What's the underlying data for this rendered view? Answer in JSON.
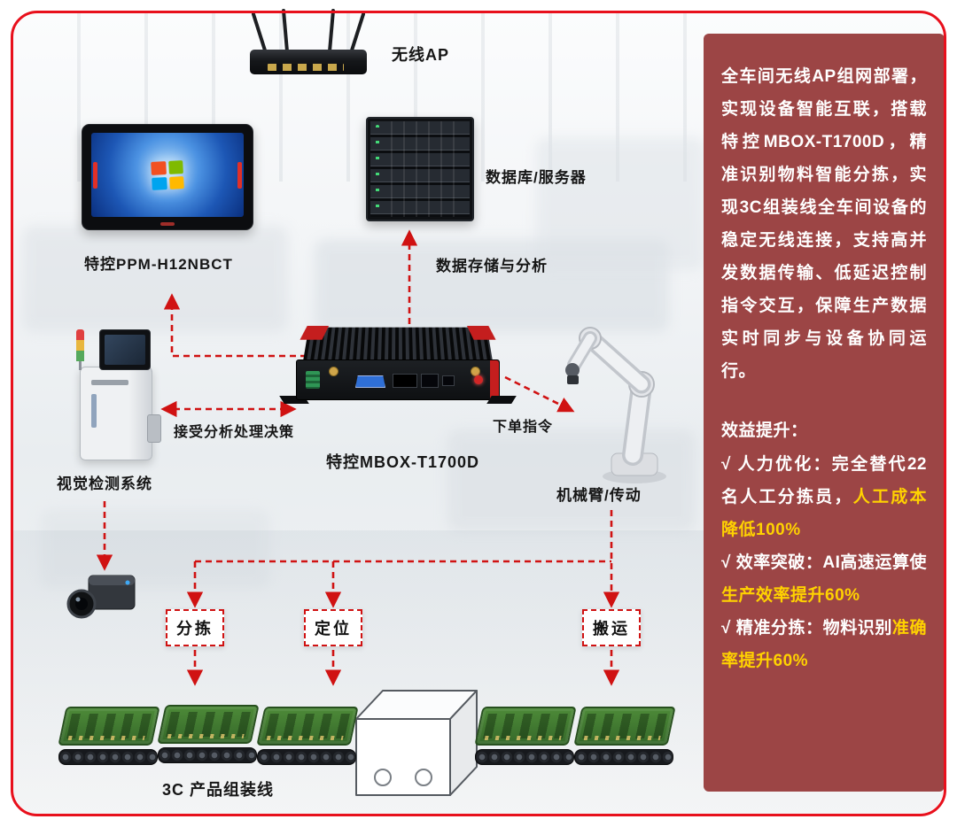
{
  "colors": {
    "accent_red": "#d01212",
    "frame_red": "#e8101c",
    "sidebar_bg": "#9c4545",
    "highlight_yellow": "#ffd200"
  },
  "diagram": {
    "labels": {
      "wireless_ap": "无线AP",
      "monitor": "特控PPM-H12NBCT",
      "server": "数据库/服务器",
      "storage": "数据存储与分析",
      "decision": "接受分析处理决策",
      "mbox": "特控MBOX-T1700D",
      "order": "下单指令",
      "vision": "视觉检测系统",
      "robot": "机械臂/传动",
      "assembly_line": "3C 产品组装线"
    },
    "process_boxes": [
      {
        "label": "分拣"
      },
      {
        "label": "定位"
      },
      {
        "label": "搬运"
      }
    ]
  },
  "sidebar": {
    "intro_runs": [
      {
        "t": "全车间无线AP组网部署，实现设备智能互联，搭载特控MBOX-T1700D，精准识别物料智能分拣，实现3C组装线全车间设备的稳定无线连接，支持高并发数据传输、低延迟控制指令交互，保障生产数据实时同步与设备协同运行。",
        "hl": false
      }
    ],
    "benefits_title": "效益提升：",
    "benefits": [
      {
        "runs": [
          {
            "t": "√ 人力优化：完全替代22名人工分拣员，",
            "hl": false
          },
          {
            "t": "人工成本降低100%",
            "hl": true
          }
        ]
      },
      {
        "runs": [
          {
            "t": "√ 效率突破：AI高速运算使",
            "hl": false
          },
          {
            "t": "生产效率提升60%",
            "hl": true
          }
        ]
      },
      {
        "runs": [
          {
            "t": "√ 精准分拣：物料识别",
            "hl": false
          },
          {
            "t": "准确率提升60%",
            "hl": true
          }
        ]
      }
    ]
  }
}
